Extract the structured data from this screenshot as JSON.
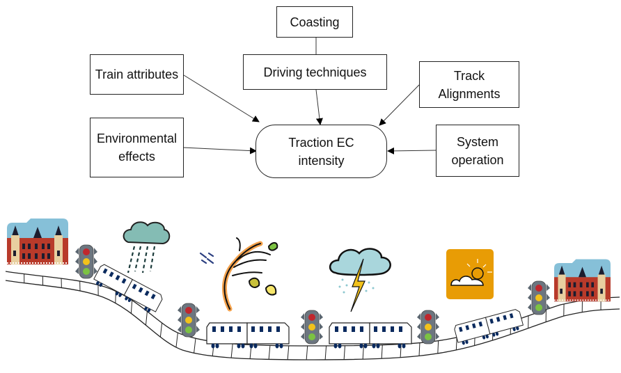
{
  "diagram": {
    "center_node": {
      "id": "traction",
      "label_line1": "Traction EC",
      "label_line2": "intensity"
    },
    "nodes": [
      {
        "id": "coasting",
        "label": "Coasting"
      },
      {
        "id": "train",
        "label": "Train attributes"
      },
      {
        "id": "driving",
        "label": "Driving techniques"
      },
      {
        "id": "track",
        "label_line1": "Track",
        "label_line2": "Alignments"
      },
      {
        "id": "env",
        "label_line1": "Environmental",
        "label_line2": "effects"
      },
      {
        "id": "system",
        "label_line1": "System",
        "label_line2": "operation"
      }
    ],
    "edges": [
      {
        "from": "coasting",
        "to": "driving",
        "arrow": false
      },
      {
        "from": "train",
        "to": "traction",
        "arrow": true
      },
      {
        "from": "driving",
        "to": "traction",
        "arrow": true
      },
      {
        "from": "track",
        "to": "traction",
        "arrow": true
      },
      {
        "from": "env",
        "to": "traction",
        "arrow": true
      },
      {
        "from": "system",
        "to": "traction",
        "arrow": true
      }
    ]
  },
  "illustration": {
    "elements": [
      "station-left",
      "traffic-light",
      "train-tilted-down",
      "rain-cloud",
      "wind-tree",
      "traffic-light",
      "train",
      "traffic-light",
      "storm-cloud",
      "train",
      "traffic-light",
      "sun-cloud",
      "train-tilted-up",
      "traffic-light",
      "station-right"
    ],
    "colors": {
      "sun_tile": "#e89c05",
      "cloud_rain": "#84bcb4",
      "cloud_storm": "#a9d6dc",
      "bolt": "#f2c21b",
      "window": "#0a2a5e",
      "brick": "#b83a2a",
      "sky": "#86c0d8"
    }
  }
}
